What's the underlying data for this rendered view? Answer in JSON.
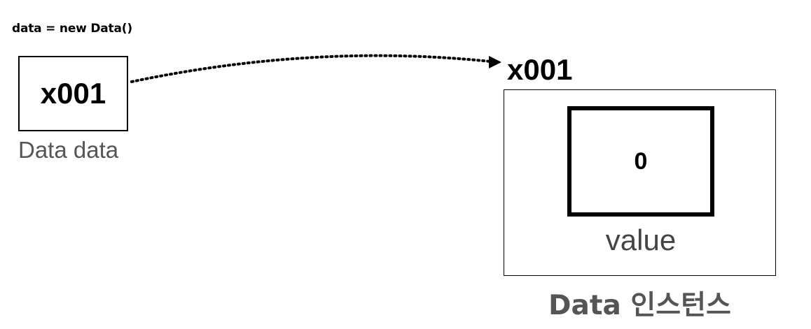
{
  "code": {
    "statement": "data = new Data()"
  },
  "variable": {
    "value": "x001",
    "label": "Data data"
  },
  "reference_arrow": {
    "style": "dotted",
    "color": "#000000"
  },
  "instance": {
    "address": "x001",
    "field": {
      "value": "0",
      "label": "value"
    },
    "label": "Data 인스턴스"
  },
  "colors": {
    "stroke": "#000000",
    "label_gray": "#555555",
    "background": "#ffffff"
  }
}
